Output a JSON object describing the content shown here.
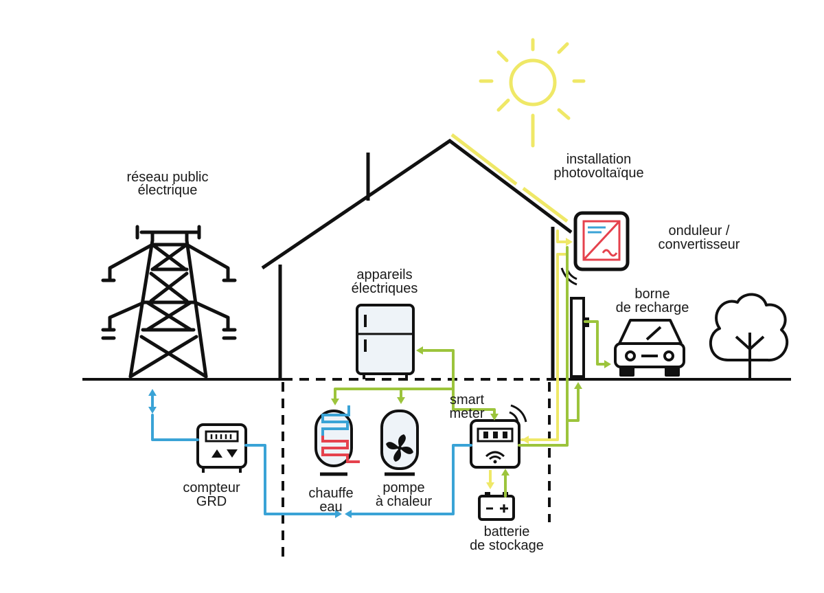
{
  "labels": {
    "grid_line1": "réseau public",
    "grid_line2": "électrique",
    "pv_line1": "installation",
    "pv_line2": "photovoltaïque",
    "inverter_line1": "onduleur /",
    "inverter_line2": "convertisseur",
    "appliances_line1": "appareils",
    "appliances_line2": "électriques",
    "charger_line1": "borne",
    "charger_line2": "de recharge",
    "smart_line1": "smart",
    "smart_line2": "meter",
    "meter_line1": "compteur",
    "meter_line2": "GRD",
    "heater_line1": "chauffe",
    "heater_line2": "eau",
    "pump_line1": "pompe",
    "pump_line2": "à chaleur",
    "battery_line1": "batterie",
    "battery_line2": "de stockage"
  },
  "colors": {
    "ink": "#111111",
    "solar": "#efe867",
    "consumption": "#9cc43c",
    "grid": "#3aa3d6",
    "heat": "#e5424d",
    "appliance_fill": "#eef3f8"
  },
  "icons": {
    "sun": "sun-icon",
    "pylon": "power-pylon-icon",
    "house": "house-icon",
    "tree": "tree-icon",
    "car": "car-icon",
    "fridge": "fridge-icon",
    "inverter": "inverter-icon",
    "smart_meter": "smart-meter-icon",
    "grid_meter": "grid-meter-icon",
    "water_heater": "water-heater-icon",
    "heat_pump": "heat-pump-icon",
    "battery": "battery-icon",
    "charger": "charging-station-icon"
  }
}
